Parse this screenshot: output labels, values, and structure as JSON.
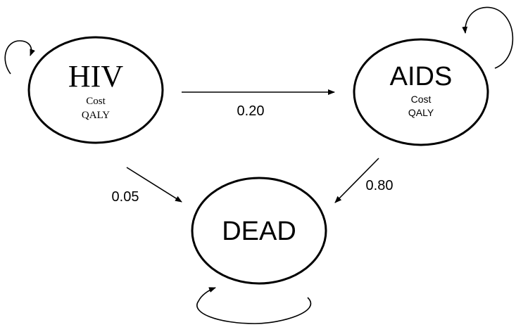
{
  "states": {
    "hiv": {
      "name": "HIV",
      "line1": "Cost",
      "line2": "QALY"
    },
    "aids": {
      "name": "AIDS",
      "line1": "Cost",
      "line2": "QALY"
    },
    "dead": {
      "name": "DEAD"
    }
  },
  "transitions": {
    "hiv_to_aids": {
      "probability": "0.20"
    },
    "hiv_to_dead": {
      "probability": "0.05"
    },
    "aids_to_dead": {
      "probability": "0.80"
    }
  }
}
